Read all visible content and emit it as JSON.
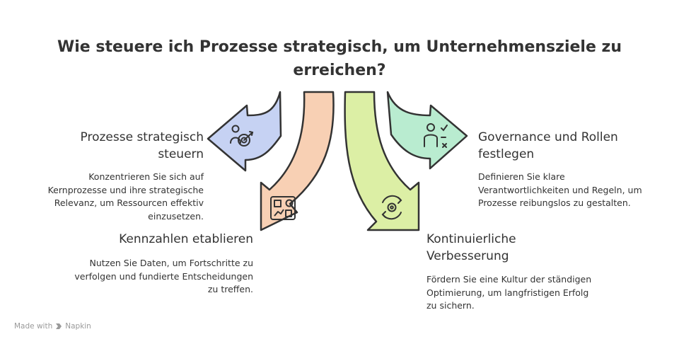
{
  "title": "Wie steuere ich Prozesse strategisch, um Unternehmensziele zu erreichen?",
  "colors": {
    "blue": "#c6d2f3",
    "peach": "#f8d0b4",
    "lime": "#dcefa5",
    "mint": "#b9ecd0",
    "outline": "#333333"
  },
  "items": [
    {
      "heading": "Prozesse strategisch steuern",
      "description": "Konzentrieren Sie sich auf Kernprozesse und ihre strategische Relevanz, um Ressourcen effektiv einzusetzen.",
      "icon": "target-person-icon"
    },
    {
      "heading": "Kennzahlen etablieren",
      "description": "Nutzen Sie Daten, um Fortschritte zu verfolgen und fundierte Entscheidungen zu treffen.",
      "icon": "dashboard-icon"
    },
    {
      "heading": "Governance und Rollen festlegen",
      "description": "Definieren Sie klare Verantwortlichkeiten und Regeln, um Prozesse reibungslos zu gestalten.",
      "icon": "person-checklist-icon"
    },
    {
      "heading": "Kontinuierliche Verbesserung",
      "description": "Fördern Sie eine Kultur der ständigen Optimierung, um langfristigen Erfolg zu sichern.",
      "icon": "gear-cycle-icon"
    }
  ],
  "footer": {
    "made_with": "Made with",
    "brand": "Napkin"
  }
}
